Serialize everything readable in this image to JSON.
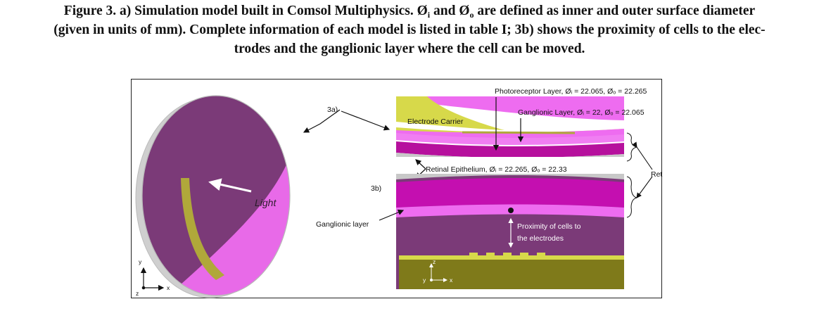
{
  "caption": {
    "line1_a": "Figure 3. a) Simulation model built in Comsol Multiphysics. Ø",
    "sub_i": "i",
    "line1_b": " and Ø",
    "sub_o": "o",
    "line1_c": " are defined as inner and outer surface diameter",
    "line2": "(given in units of mm). Complete information of each model is listed in table I; 3b) shows the proximity of cells to the elec-",
    "line3": "trodes and the ganglionic layer where the cell can be moved."
  },
  "figure": {
    "label_3a": "3a)",
    "label_3b": "3b)",
    "light": "Light",
    "photoreceptor_layer": "Photoreceptor Layer, Øᵢ = 22.065, Øₒ = 22.265",
    "ganglionic_layer_dims": "Ganglionic Layer, Øᵢ = 22, Øₒ = 22.065",
    "electrode_carrier": "Electrode Carrier",
    "retinal_epithelium": "Retinal Epithelium, Øᵢ = 22.265, Øₒ = 22.33",
    "retina": "Retina",
    "ganglionic_layer": "Ganglionic layer",
    "proximity_line1": "Proximity of cells to",
    "proximity_line2": "the electrodes",
    "axis_y": "y",
    "axis_x": "x",
    "axis_z": "z",
    "inset_axis_z": "z",
    "inset_axis_y": "y",
    "inset_axis_x": "x"
  },
  "colors": {
    "purple_dark": "#7b3a78",
    "magenta": "#c40fb0",
    "pink": "#ee6cf0",
    "electrode_yellow": "#d7d94a",
    "olive": "#7f7a1a",
    "gray_shell": "#c8c8c8"
  }
}
